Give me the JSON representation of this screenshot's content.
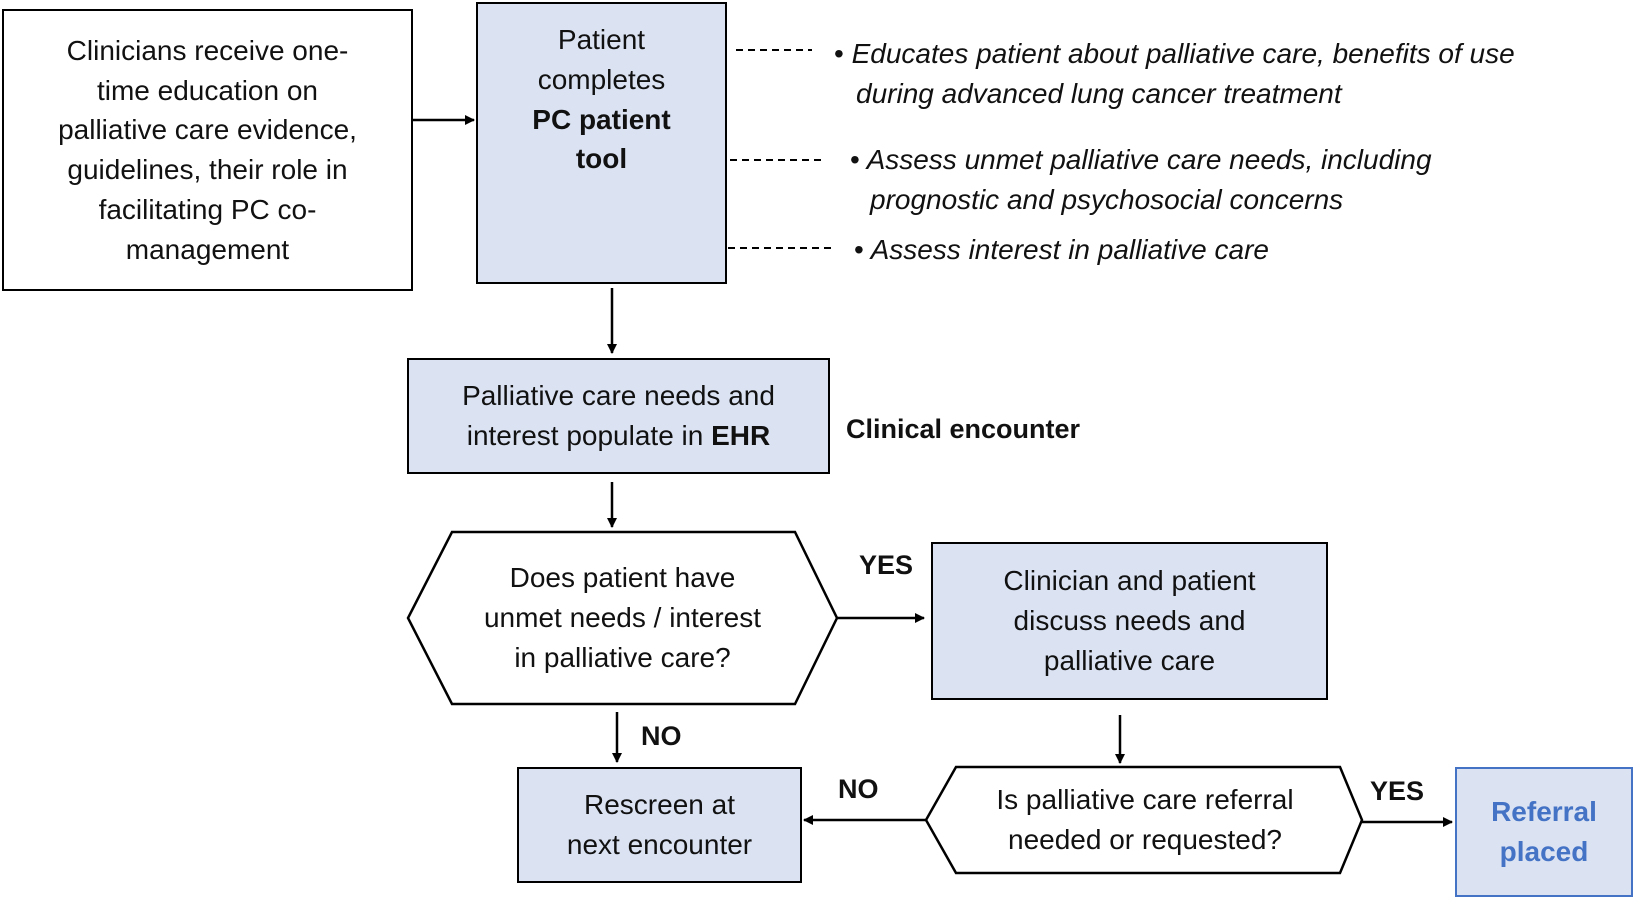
{
  "nodes": {
    "education": {
      "lines": [
        "Clinicians receive one-",
        "time education on",
        "palliative care evidence,",
        "guidelines, their role in",
        "facilitating PC co-",
        "management"
      ]
    },
    "pc_tool": {
      "line1": "Patient",
      "line2": "completes",
      "line3_bold": "PC patient",
      "line4_bold": "tool"
    },
    "ehr": {
      "line1": "Palliative care needs and",
      "line2_prefix": "interest populate in ",
      "line2_bold": "EHR"
    },
    "decision_needs": {
      "lines": [
        "Does patient have",
        "unmet needs / interest",
        "in palliative care?"
      ]
    },
    "discuss": {
      "lines": [
        "Clinician and patient",
        "discuss needs and",
        "palliative care"
      ]
    },
    "rescreen": {
      "lines": [
        "Rescreen at",
        "next encounter"
      ]
    },
    "decision_referral": {
      "lines": [
        "Is palliative care referral",
        "needed or requested?"
      ]
    },
    "referral": {
      "lines": [
        "Referral",
        "placed"
      ]
    }
  },
  "bullets": [
    {
      "marker": "•",
      "line1": "Educates patient about palliative care, benefits of use",
      "line2": "during advanced lung cancer treatment"
    },
    {
      "marker": "•",
      "line1": "Assess unmet palliative care needs, including",
      "line2": "prognostic and psychosocial concerns"
    },
    {
      "marker": "•",
      "line1": "Assess interest in palliative care",
      "line2": ""
    }
  ],
  "labels": {
    "clinical_encounter": "Clinical encounter",
    "yes_1": "YES",
    "no_1": "NO",
    "no_2": "NO",
    "yes_2": "YES"
  },
  "colors": {
    "box_fill": "#dbe3f3",
    "referral_accent": "#4472c4",
    "stroke": "#000000"
  }
}
